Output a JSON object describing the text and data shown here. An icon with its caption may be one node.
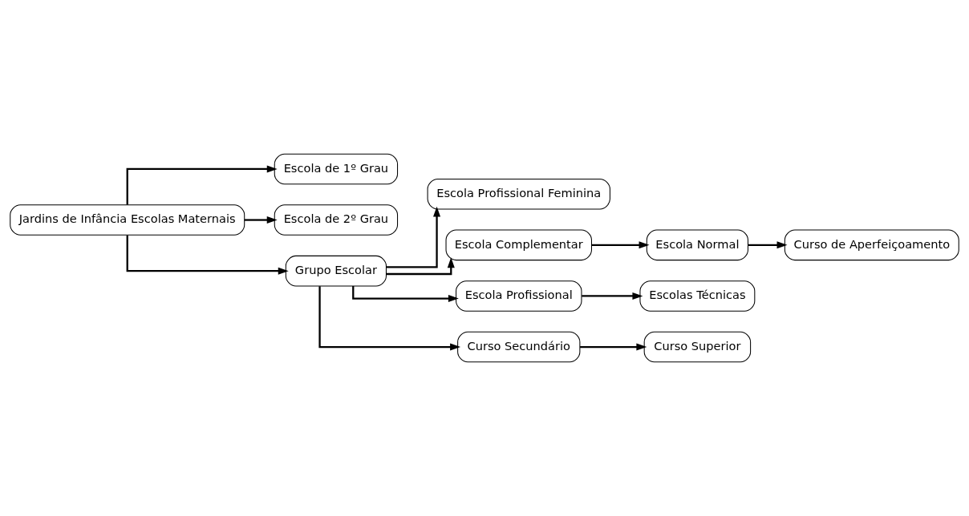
{
  "diagram": {
    "nodes": [
      {
        "text": [
          "Jardins de Infância Escolas Maternais"
        ]
      },
      {
        "text": [
          "Escola de 1º Grau"
        ]
      },
      {
        "text": [
          "Escola de 2º Grau"
        ]
      },
      {
        "text": [
          "Grupo Escolar"
        ]
      },
      {
        "text": [
          "Escola Profissional Feminina"
        ]
      },
      {
        "text": [
          "Escola Complementar"
        ]
      },
      {
        "text": [
          "Escola Normal"
        ]
      },
      {
        "text": [
          "Curso de Aperfeiçoamento"
        ]
      },
      {
        "text": [
          "Escola Profissional"
        ]
      },
      {
        "text": [
          "Escolas Técnicas"
        ]
      },
      {
        "text": [
          "Curso Secundário"
        ]
      },
      {
        "text": [
          "Curso Superior"
        ]
      }
    ],
    "edges": [
      {
        "from": 0,
        "to": 1,
        "arrow": "to"
      },
      {
        "from": 0,
        "to": 2,
        "arrow": "to"
      },
      {
        "from": 0,
        "to": 3,
        "arrow": "to"
      },
      {
        "from": 3,
        "to": 4,
        "arrow": "to"
      },
      {
        "from": 3,
        "to": 5,
        "arrow": "to"
      },
      {
        "from": 3,
        "to": 8,
        "arrow": "to"
      },
      {
        "from": 3,
        "to": 10,
        "arrow": "to"
      },
      {
        "from": 5,
        "to": 6,
        "arrow": "to"
      },
      {
        "from": 6,
        "to": 7,
        "arrow": "to"
      },
      {
        "from": 8,
        "to": 9,
        "arrow": "to"
      },
      {
        "from": 10,
        "to": 11,
        "arrow": "to"
      }
    ]
  }
}
